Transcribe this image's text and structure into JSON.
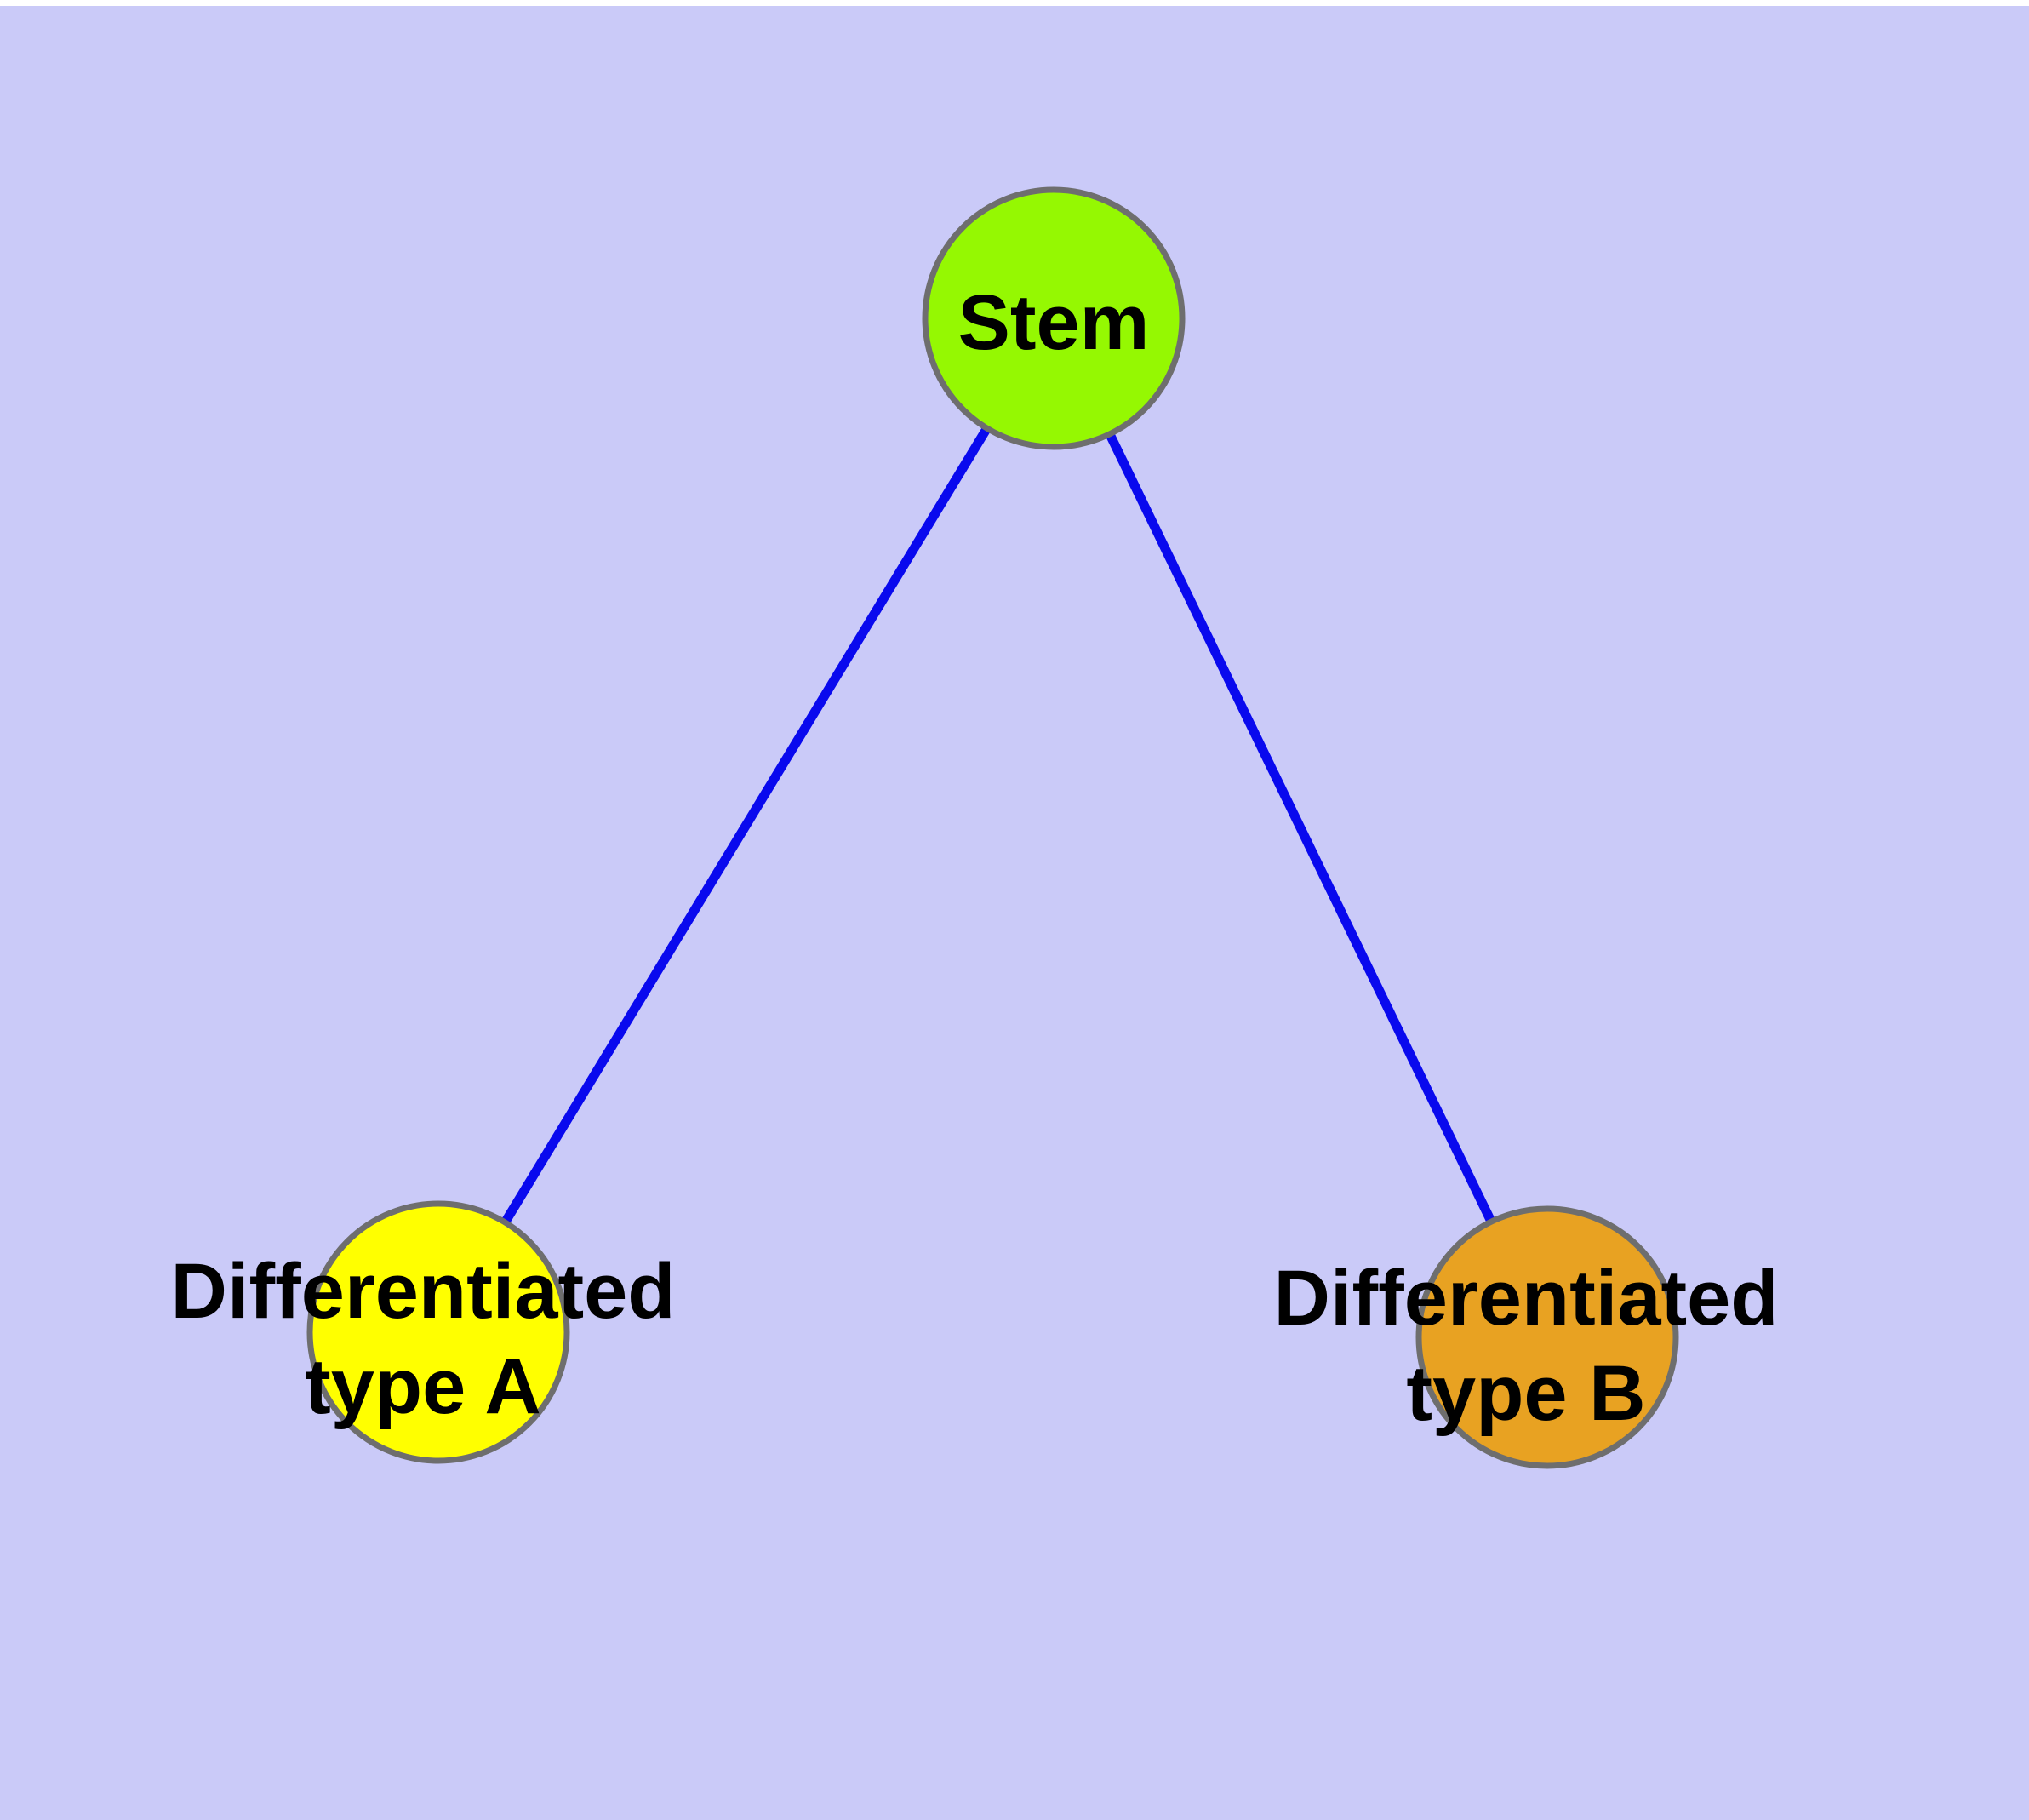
{
  "figure": {
    "type": "graph-diagram",
    "background_color": "#CACAF8",
    "margin_color": "#FFFFFF",
    "edge_color": "#0909EE",
    "node_border_color": "#6E6E6E",
    "label_color": "#000000",
    "nodes": [
      {
        "id": "stem",
        "label": "Stem",
        "fill": "#95F802"
      },
      {
        "id": "differentiated-type-a",
        "label": "Differentiated type A",
        "line1": "Differentiated",
        "line2": "type A",
        "fill": "#FFFF00"
      },
      {
        "id": "differentiated-type-b",
        "label": "Differentiated type B",
        "line1": "Differentiated",
        "line2": "type B",
        "fill": "#E8A222"
      }
    ],
    "edges": [
      {
        "from": "Stem",
        "to": "Differentiated type A"
      },
      {
        "from": "Stem",
        "to": "Differentiated type B"
      }
    ]
  }
}
